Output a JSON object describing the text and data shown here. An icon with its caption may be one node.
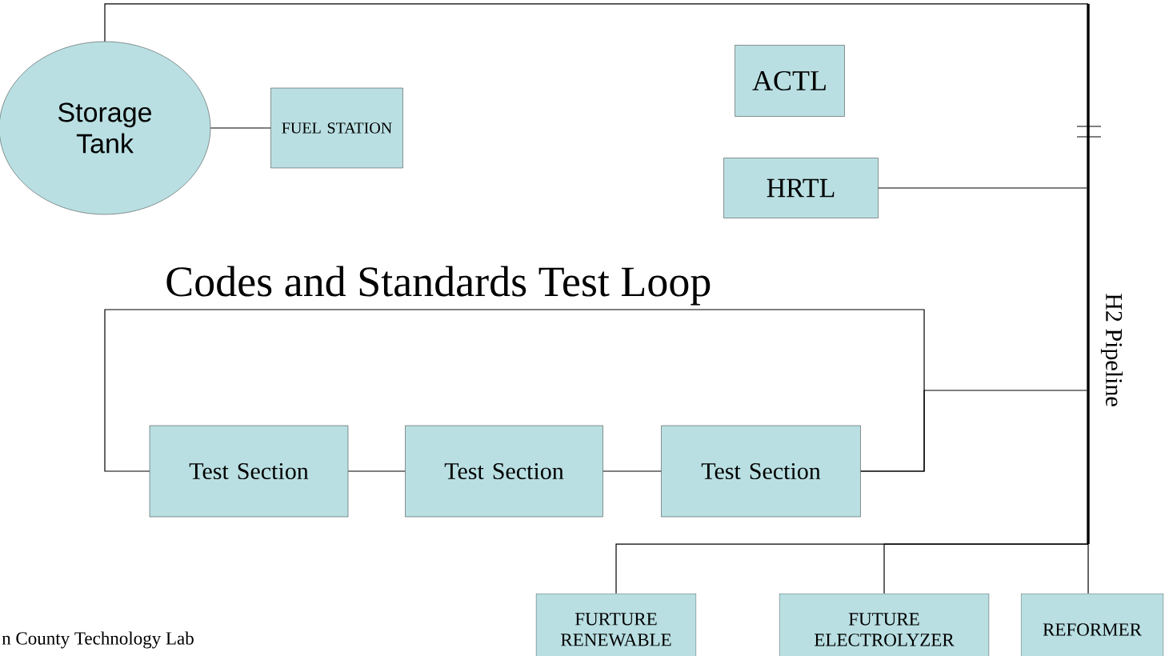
{
  "diagram": {
    "nodes": [
      {
        "text": [
          "Storage Tank"
        ]
      },
      {
        "text": [
          "FUEL STATION"
        ]
      },
      {
        "text": [
          "ACTL"
        ]
      },
      {
        "text": [
          "HRTL"
        ]
      },
      {
        "text": [
          "Test Section"
        ]
      },
      {
        "text": [
          "Test Section"
        ]
      },
      {
        "text": [
          "Test Section"
        ]
      },
      {
        "text": [],
        "shape": "bar",
        "beside": [
          "H2 Pipeline"
        ]
      },
      {
        "text": [
          "FURTURE RENEWABLE"
        ]
      },
      {
        "text": [
          "FUTURE ELECTROLYZER"
        ]
      },
      {
        "text": [
          "REFORMER"
        ]
      }
    ],
    "edges": [
      {
        "from": 0,
        "to": 1,
        "arrow": "none"
      },
      {
        "from": 0,
        "to": 7,
        "arrow": "none"
      },
      {
        "from": 3,
        "to": 7,
        "arrow": "none"
      },
      {
        "from": 4,
        "to": 5,
        "arrow": "none"
      },
      {
        "from": 5,
        "to": 6,
        "arrow": "none"
      },
      {
        "from": 4,
        "to": 6,
        "arrow": "none"
      },
      {
        "from": 6,
        "to": 7,
        "arrow": "none"
      },
      {
        "from": 7,
        "to": 8,
        "arrow": "none"
      },
      {
        "from": 7,
        "to": 9,
        "arrow": "none"
      },
      {
        "from": 7,
        "to": 10,
        "arrow": "none"
      }
    ],
    "labels": [
      "Codes and Standards Test Loop",
      "n County Technology Lab"
    ]
  }
}
